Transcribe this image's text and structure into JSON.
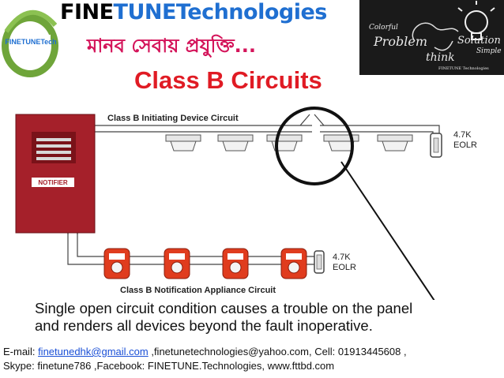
{
  "header": {
    "brand_part1": "FINE",
    "brand_part2": "TUNE",
    "brand_part3": "Technologies",
    "tagline_bengali": "মানব সেবায় প্রযুক্তি...",
    "logo_text": "FINETUNETech",
    "banner": {
      "colorful": "Colorful",
      "problem": "Problem",
      "solution": "Solution",
      "simple": "Simple",
      "think": "think",
      "brand": "FINETUNE Technologies"
    }
  },
  "slide_title": "Class B Circuits",
  "diagram": {
    "idc_label": "Class B Initiating Device Circuit",
    "nac_label": "Class B Notification Appliance Circuit",
    "eolr_top_value": "4.7K",
    "eolr_top_label": "EOLR",
    "eolr_bottom_value": "4.7K",
    "eolr_bottom_label": "EOLR",
    "panel_brand": "NOTIFIER",
    "detector_count": 5,
    "appliance_count": 4
  },
  "caption": {
    "line1": "Single open circuit condition causes a trouble on the panel",
    "line2": "and renders all devices beyond the fault inoperative."
  },
  "footer": {
    "email_label": "E-mail: ",
    "email_link": "finetunedhk@gmail.com",
    "line1_rest": "  ,finetunetechnologies@yahoo.com, Cell: 01913445608 ,",
    "line2": "Skype: finetune786 ,Facebook: FINETUNE.Technologies, www.fttbd.com"
  },
  "colors": {
    "brand_blue": "#1f6fd1",
    "tagline_magenta": "#d4145a",
    "title_red": "#e01b24",
    "panel_red": "#a5202a",
    "appliance_red": "#e03c1e",
    "link_blue": "#1a4fd6"
  }
}
